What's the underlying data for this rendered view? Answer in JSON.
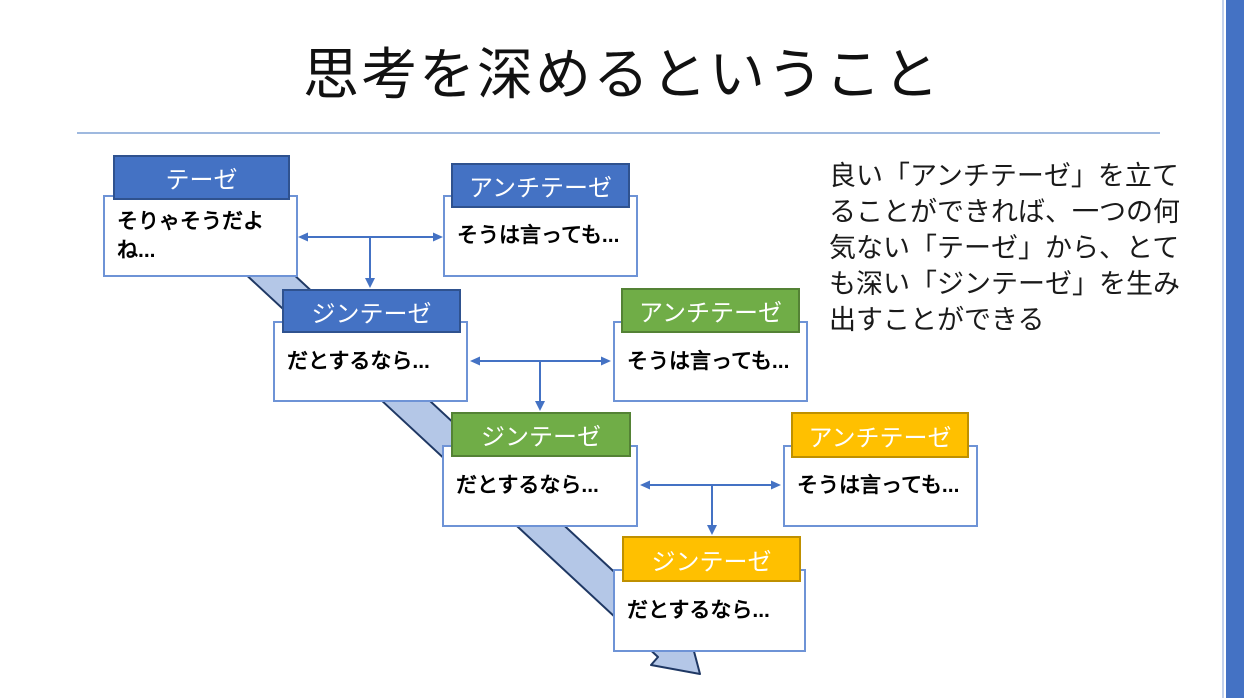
{
  "title": "思考を深めるということ",
  "note": "良い「アンチテーゼ」を立てることができれば、一つの何気ない「テーゼ」から、とても深い「ジンテーゼ」を生み出すことができる",
  "boxes": [
    {
      "header": "テーゼ",
      "body": "そりゃそうだよね...",
      "scheme": "blue"
    },
    {
      "header": "アンチテーゼ",
      "body": "そうは言っても...",
      "scheme": "blue"
    },
    {
      "header": "ジンテーゼ",
      "body": "だとするなら...",
      "scheme": "blue"
    },
    {
      "header": "アンチテーゼ",
      "body": "そうは言っても...",
      "scheme": "green"
    },
    {
      "header": "ジンテーゼ",
      "body": "だとするなら...",
      "scheme": "green"
    },
    {
      "header": "アンチテーゼ",
      "body": "そうは言っても...",
      "scheme": "orange"
    },
    {
      "header": "ジンテーゼ",
      "body": "だとするなら...",
      "scheme": "orange"
    }
  ],
  "colors": {
    "accent_blue": "#4472C4",
    "accent_blue_border": "#2F528F",
    "accent_green": "#70AD47",
    "accent_green_border": "#548235",
    "accent_orange": "#FFC000",
    "accent_orange_border": "#BF9000",
    "body_box_border": "#6E93D6",
    "connector": "#4472C4",
    "big_arrow_fill": "#B4C7E7",
    "big_arrow_border": "#1F3864",
    "title_divider": "#9FB9DF",
    "right_bar": "#4472C4"
  }
}
